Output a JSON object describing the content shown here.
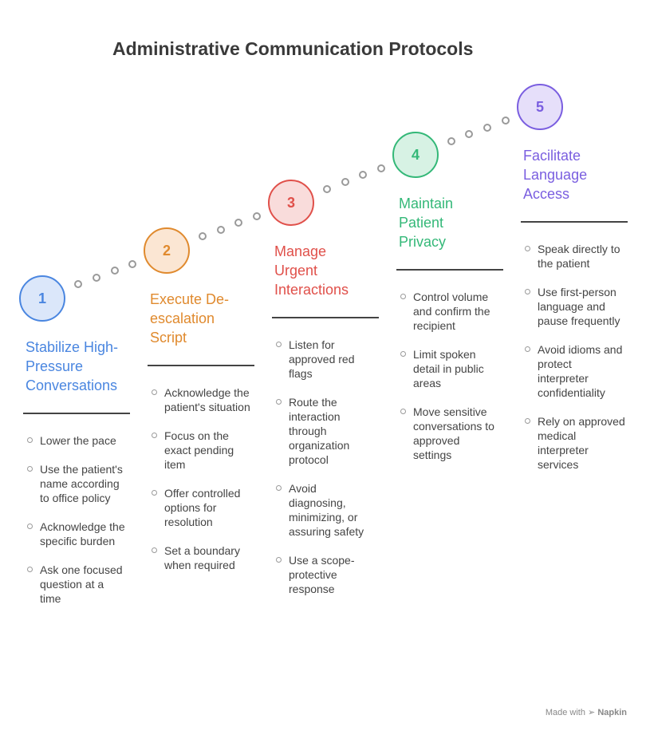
{
  "title": "Administrative Communication Protocols",
  "colors": {
    "step1": "#4a86e0",
    "step2": "#e08a2e",
    "step3": "#e0504a",
    "step4": "#34b878",
    "step5": "#7a5ee0",
    "dots": "#9a9a9a"
  },
  "steps": [
    {
      "number": "1",
      "heading": [
        "Stabilize High-",
        "Pressure",
        "Conversations"
      ],
      "items": [
        "Lower the pace",
        "Use the patient's name according to office policy",
        "Acknowledge the specific burden",
        "Ask one focused question at a time"
      ]
    },
    {
      "number": "2",
      "heading": [
        "Execute De-",
        "escalation",
        "Script"
      ],
      "items": [
        "Acknowledge the patient's situation",
        "Focus on the exact pending item",
        "Offer controlled options for resolution",
        "Set a boundary when required"
      ]
    },
    {
      "number": "3",
      "heading": [
        "Manage",
        "Urgent",
        "Interactions"
      ],
      "items": [
        "Listen for approved red flags",
        "Route the interaction through organization protocol",
        "Avoid diagnosing, minimizing, or assuring safety",
        "Use a scope-protective response"
      ]
    },
    {
      "number": "4",
      "heading": [
        "Maintain",
        "Patient",
        "Privacy"
      ],
      "items": [
        "Control volume and confirm the recipient",
        "Limit spoken detail in public areas",
        "Move sensitive conversations to approved settings"
      ]
    },
    {
      "number": "5",
      "heading": [
        "Facilitate",
        "Language",
        "Access"
      ],
      "items": [
        "Speak directly to the patient",
        "Use first-person language and pause frequently",
        "Avoid idioms and protect interpreter confidentiality",
        "Rely on approved medical interpreter services"
      ]
    }
  ],
  "footer": {
    "prefix": "Made with",
    "brand": "Napkin"
  }
}
